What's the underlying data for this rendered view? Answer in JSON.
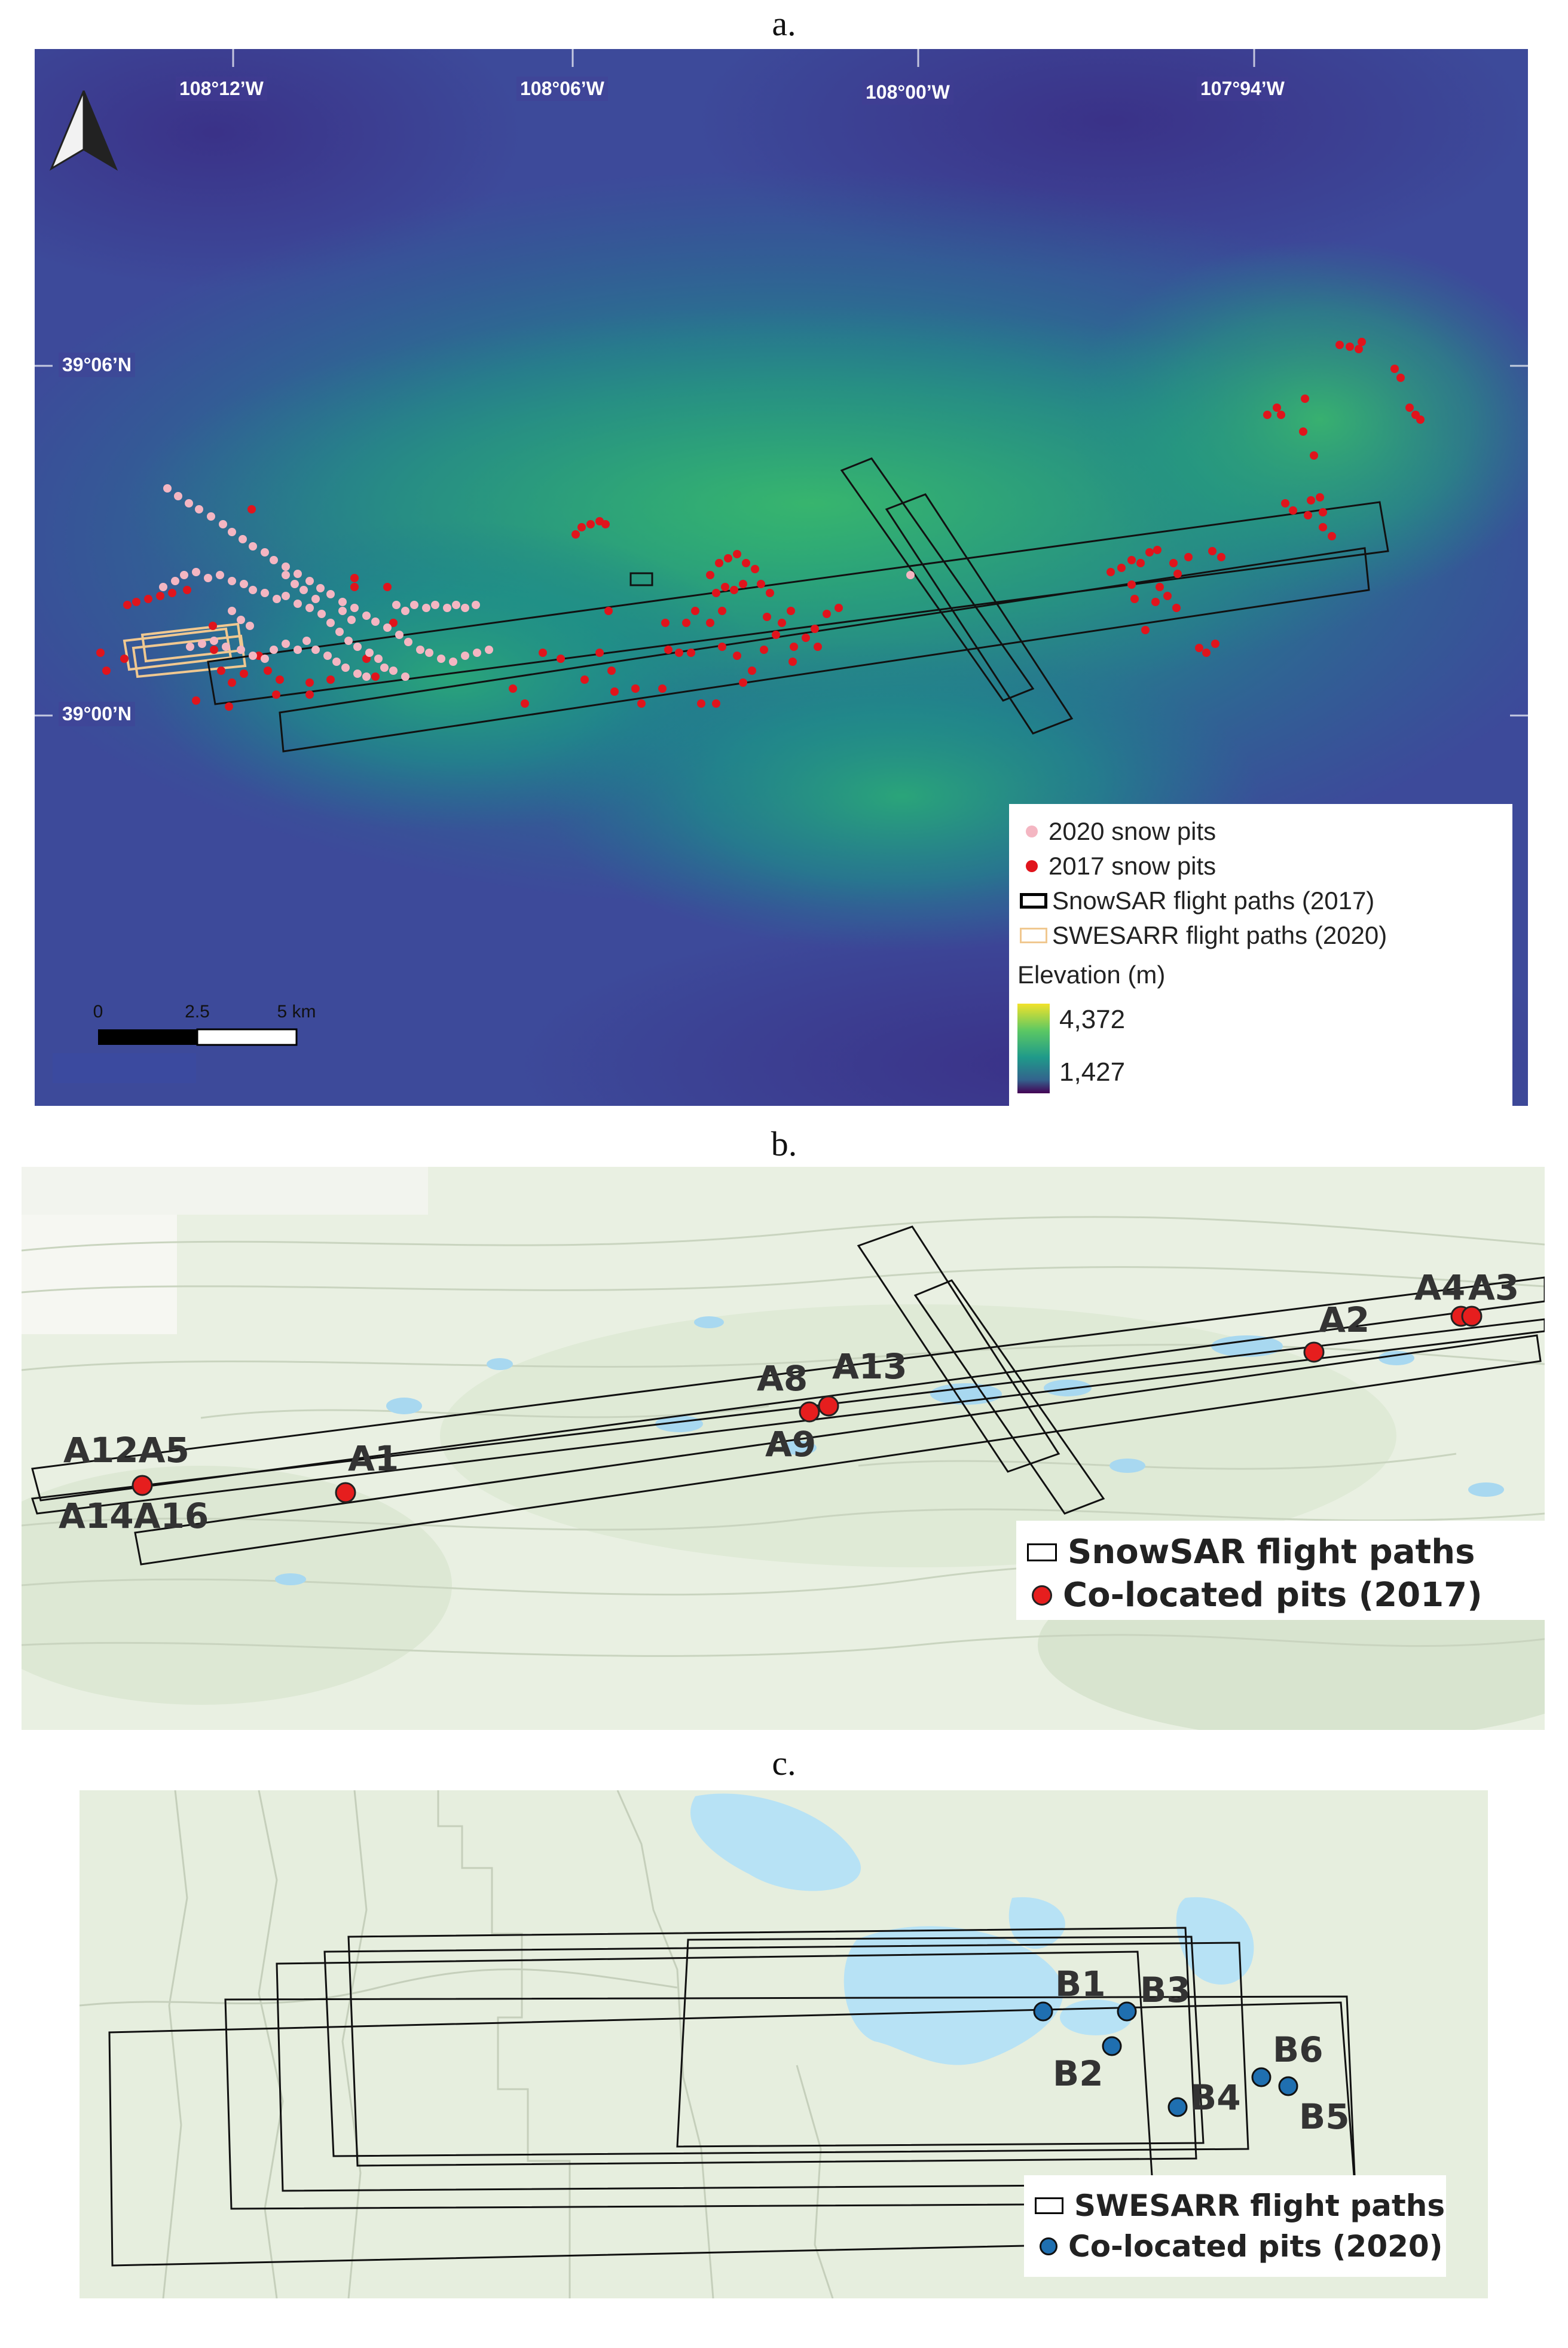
{
  "panels": {
    "a": {
      "label": "a.",
      "lon_labels": [
        "108°12’W",
        "108°06’W",
        "108°00’W",
        "107°94’W"
      ],
      "lat_labels": [
        "39°06’N",
        "39°00’N"
      ],
      "scalebar": {
        "t0": "0",
        "t1": "2.5",
        "t2": "5 km"
      },
      "legend": {
        "pits_2020": "2020 snow pits",
        "pits_2017": "2017 snow pits",
        "snowsar": "SnowSAR flight paths (2017)",
        "swesarr": "SWESARR flight paths (2020)",
        "elev_title": "Elevation (m)",
        "elev_max": "4,372",
        "elev_min": "1,427"
      },
      "colors": {
        "pit_2020": "#f4b6c2",
        "pit_2017": "#e0141c",
        "snowsar": "#000000",
        "swesarr": "#f0c890"
      }
    },
    "b": {
      "label": "b.",
      "pit_labels": [
        "A12A5",
        "A14A16",
        "A1",
        "A8",
        "A13",
        "A9",
        "A2",
        "A4",
        "A3"
      ],
      "legend": {
        "snowsar": "SnowSAR flight paths",
        "pits": "Co-located pits (2017)"
      },
      "colors": {
        "pit": "#e61e1e"
      }
    },
    "c": {
      "label": "c.",
      "pit_labels": [
        "B1",
        "B3",
        "B2",
        "B4",
        "B6",
        "B5"
      ],
      "legend": {
        "swesarr": "SWESARR flight paths",
        "pits": "Co-located pits (2020)"
      },
      "colors": {
        "pit": "#1f6fb0"
      }
    }
  }
}
